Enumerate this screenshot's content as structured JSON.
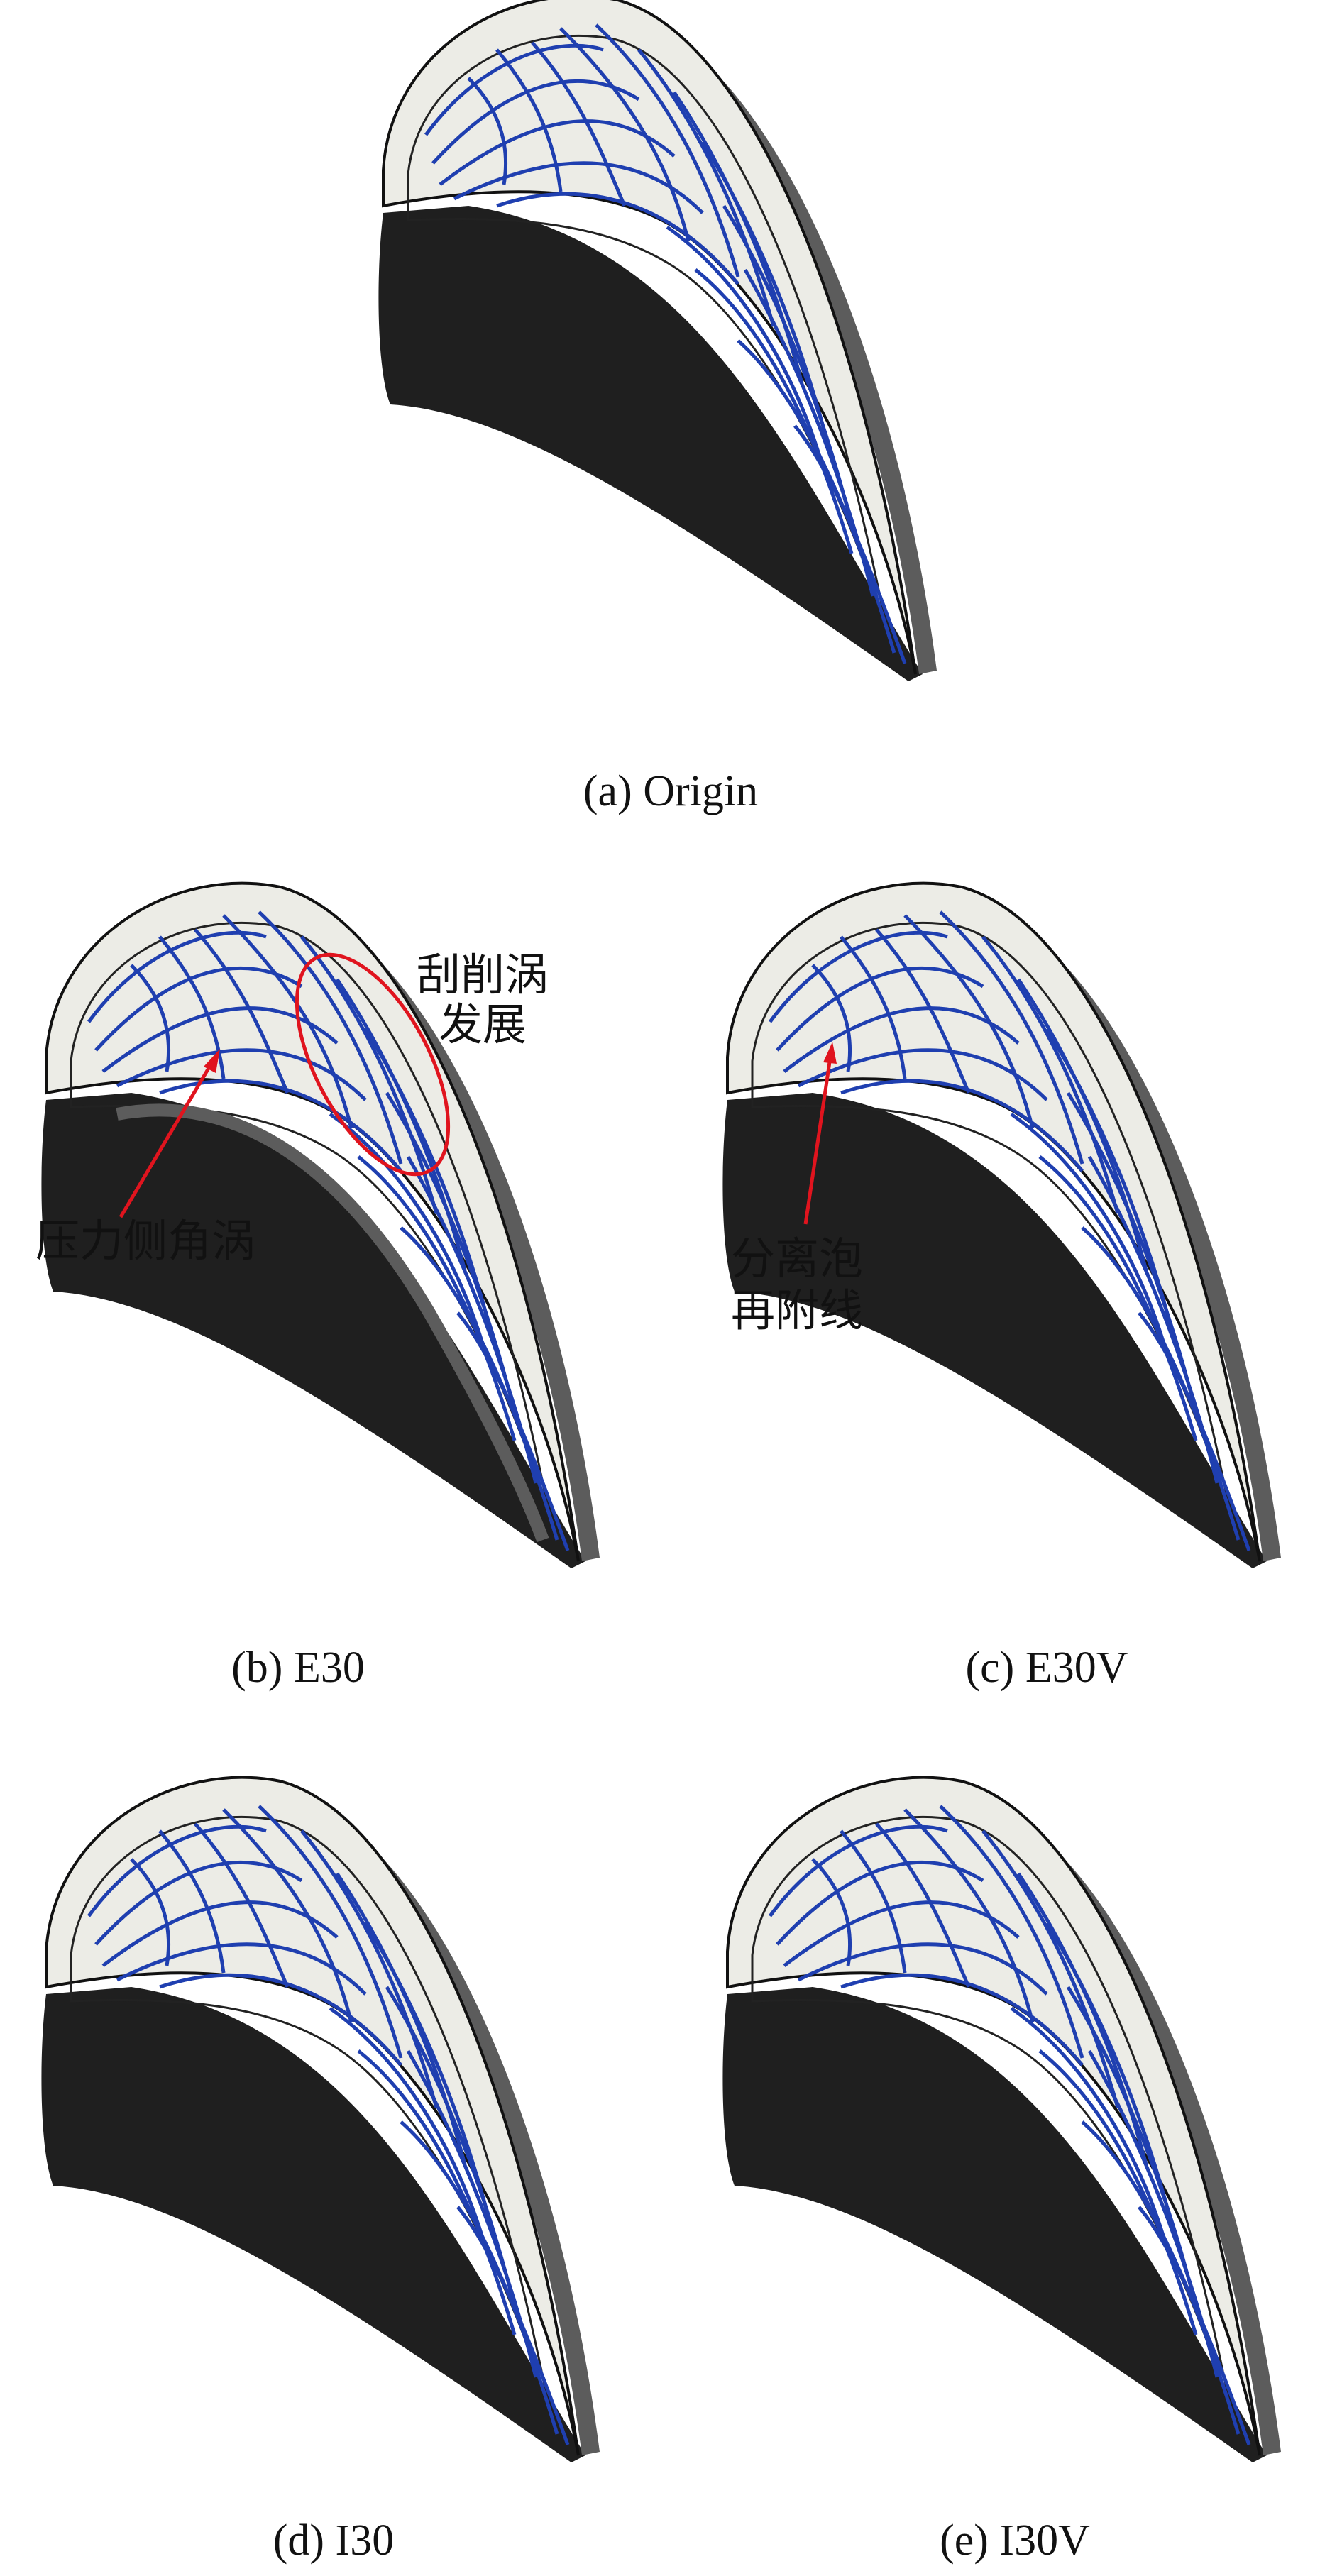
{
  "colors": {
    "background": "#ffffff",
    "blade_shadow": "#1f1f1f",
    "blade_rim": "#5c5c5c",
    "tip_surface": "#ecece6",
    "streamline": "#1f3fb0",
    "annotation": "#e0141e",
    "text": "#111111"
  },
  "panels": [
    {
      "id": "a",
      "caption": "(a) Origin"
    },
    {
      "id": "b",
      "caption": "(b) E30"
    },
    {
      "id": "c",
      "caption": "(c) E30V"
    },
    {
      "id": "d",
      "caption": "(d) I30"
    },
    {
      "id": "e",
      "caption": "(e) I30V"
    }
  ],
  "annotations": {
    "b_scraping_vortex": [
      "刮削涡",
      "发展"
    ],
    "b_corner_vortex": [
      "压力侧角涡"
    ],
    "c_reattachment": [
      "分离泡",
      "再附线"
    ]
  }
}
